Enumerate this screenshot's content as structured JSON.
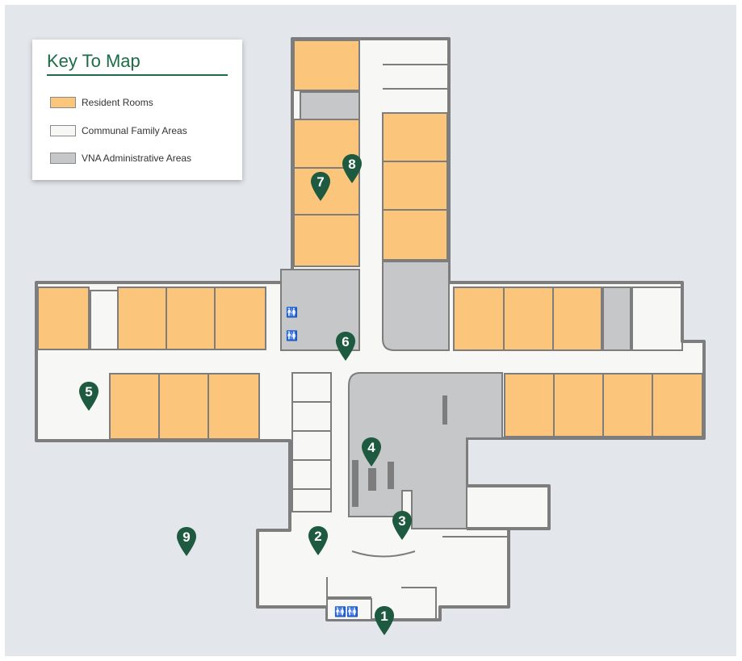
{
  "legend": {
    "title": "Key To Map",
    "items": [
      {
        "label": "Resident Rooms",
        "color": "#fbc57c"
      },
      {
        "label": "Communal Family Areas",
        "color": "#f7f7f6"
      },
      {
        "label": "VNA Administrative Areas",
        "color": "#c6c7c9"
      }
    ]
  },
  "colors": {
    "background": "#e3e6eb",
    "wall": "#7d7d7d",
    "communal": "#f7f7f6",
    "resident": "#fbc57c",
    "admin": "#c6c7c9",
    "pin": "#1d5a3f"
  },
  "markers": [
    {
      "label": "1",
      "icon": "map-pin-icon"
    },
    {
      "label": "2",
      "icon": "map-pin-icon"
    },
    {
      "label": "3",
      "icon": "map-pin-icon"
    },
    {
      "label": "4",
      "icon": "map-pin-icon"
    },
    {
      "label": "5",
      "icon": "map-pin-icon"
    },
    {
      "label": "6",
      "icon": "map-pin-icon"
    },
    {
      "label": "7",
      "icon": "map-pin-icon"
    },
    {
      "label": "8",
      "icon": "map-pin-icon"
    },
    {
      "label": "9",
      "icon": "map-pin-icon"
    }
  ],
  "restroom_icons": [
    "restroom-icon",
    "restroom-icon",
    "restroom-icon"
  ]
}
